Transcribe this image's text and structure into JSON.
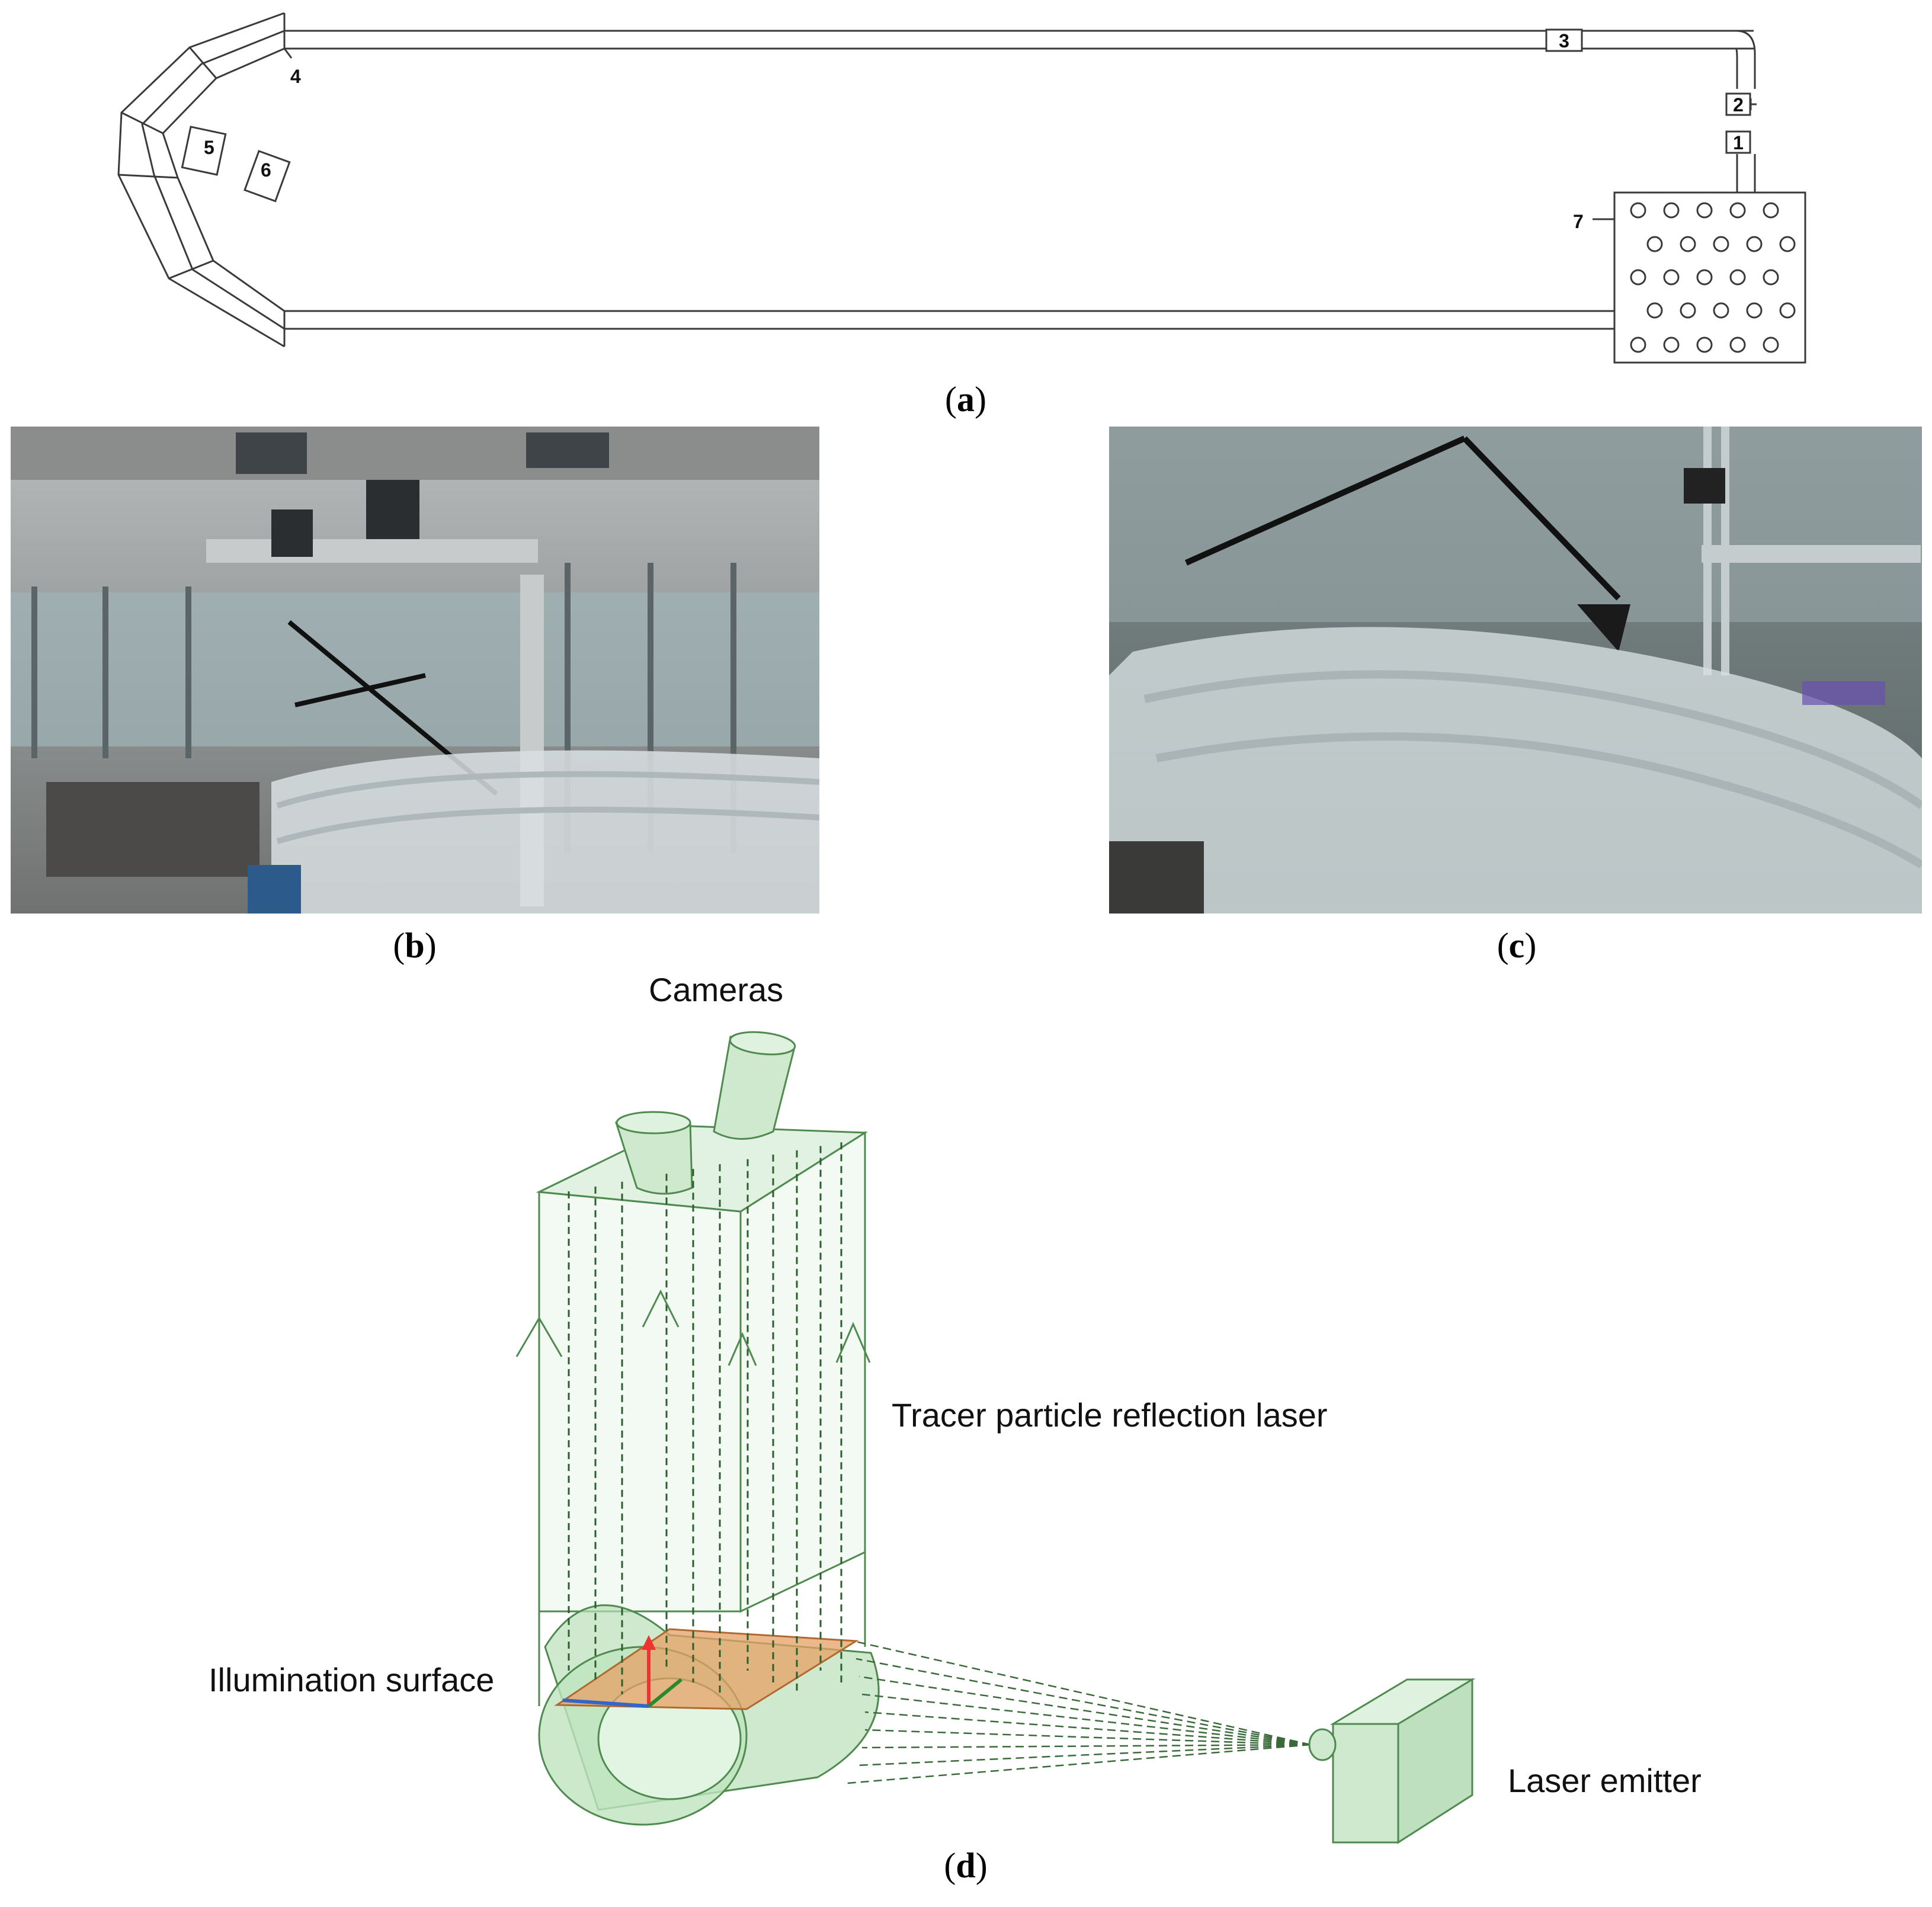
{
  "panel_a": {
    "caption": "a",
    "labels": {
      "n1": "1",
      "n2": "2",
      "n3": "3",
      "n4": "4",
      "n5": "5",
      "n6": "6",
      "n7": "7"
    }
  },
  "panel_b": {
    "caption": "b"
  },
  "panel_c": {
    "caption": "c"
  },
  "panel_d": {
    "caption": "d",
    "cameras_label": "Cameras",
    "reflection_label": "Tracer particle reflection laser",
    "illumination_label": "Illumination surface",
    "laser_label": "Laser emitter"
  },
  "colors": {
    "line": "#3a3a3a",
    "green_fill": "#cfe9cf",
    "green_stroke": "#4f8a4f",
    "orange_fill": "#e6a064"
  }
}
